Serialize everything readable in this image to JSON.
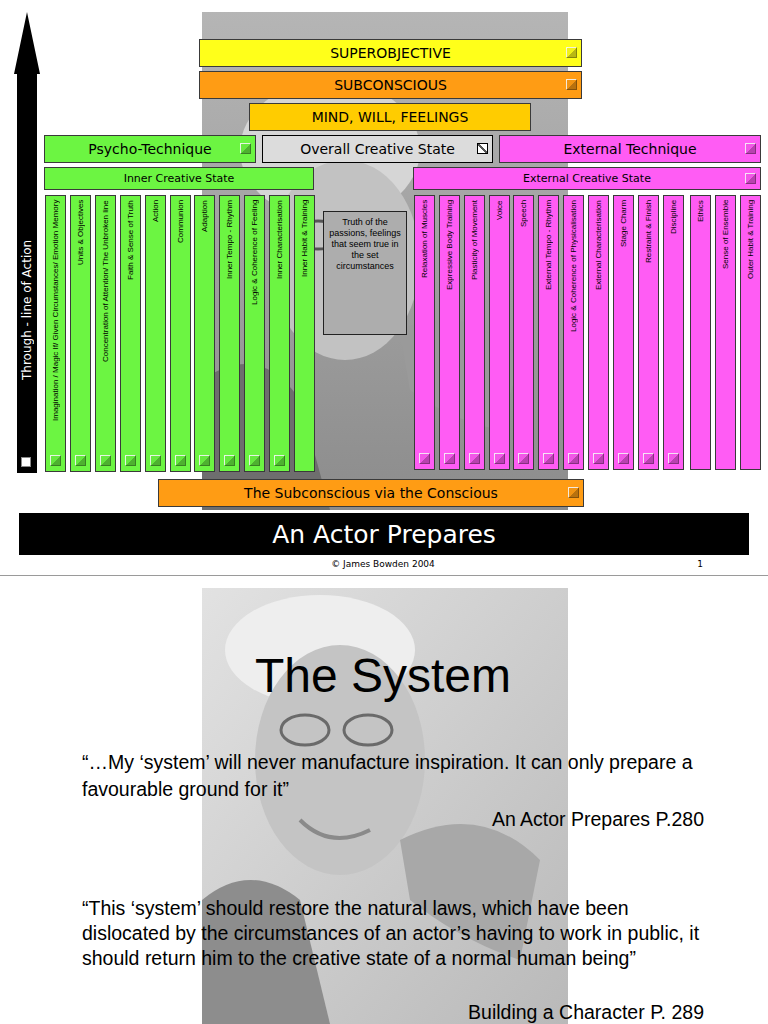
{
  "diagram": {
    "title": "The System",
    "nodes": [
      {
        "text": [
          "Through - line of Action"
        ]
      },
      {
        "text": [
          "SUPEROBJECTIVE"
        ]
      },
      {
        "text": [
          "SUBCONSCIOUS"
        ]
      },
      {
        "text": [
          "MIND, WILL, FEELINGS"
        ]
      },
      {
        "text": [
          "Psycho-Technique"
        ]
      },
      {
        "text": [
          "Overall Creative State"
        ]
      },
      {
        "text": [
          "External Technique"
        ]
      },
      {
        "text": [
          "Inner Creative State"
        ]
      },
      {
        "text": [
          "External Creative State"
        ]
      },
      {
        "text": [
          "Imagination / Magic If/ Given Circumstances/ Emotion Memory"
        ]
      },
      {
        "text": [
          "Units & Objectives"
        ]
      },
      {
        "text": [
          "Concentration of Attention/ The Unbroken line"
        ]
      },
      {
        "text": [
          "Faith & Sense of Truth"
        ]
      },
      {
        "text": [
          "Action"
        ]
      },
      {
        "text": [
          "Communion"
        ]
      },
      {
        "text": [
          "Adaption"
        ]
      },
      {
        "text": [
          "Inner Tempo - Rhythm"
        ]
      },
      {
        "text": [
          "Logic & Coherence of Feeling"
        ]
      },
      {
        "text": [
          "Inner Characterisation"
        ]
      },
      {
        "text": [
          "Inner Habit & Training"
        ]
      },
      {
        "text": [
          "Truth of the passions, feelings that seem true in the set circumstances"
        ]
      },
      {
        "text": [
          "Relaxation of Muscles"
        ]
      },
      {
        "text": [
          "Expressive Body Training"
        ]
      },
      {
        "text": [
          "Plasticity of Movement"
        ]
      },
      {
        "text": [
          "Voice"
        ]
      },
      {
        "text": [
          "Speech"
        ]
      },
      {
        "text": [
          "External Tempo - Rhythm"
        ]
      },
      {
        "text": [
          "Logic & Coherence of Physicalisation"
        ]
      },
      {
        "text": [
          "External Characterisation"
        ]
      },
      {
        "text": [
          "Stage Charm"
        ]
      },
      {
        "text": [
          "Restraint & Finish"
        ]
      },
      {
        "text": [
          "Discipline"
        ]
      },
      {
        "text": [
          "Ethics"
        ]
      },
      {
        "text": [
          "Sense of Ensemble"
        ]
      },
      {
        "text": [
          "Outer Habit & Training"
        ]
      },
      {
        "text": [
          "The Subconscious via the Conscious"
        ]
      },
      {
        "text": [
          "An Actor Prepares"
        ]
      }
    ],
    "labels": [
      "© James Bowden 2004",
      "1",
      "“…My ‘system’ will never manufacture inspiration. It can only prepare a favourable ground for it”",
      "An Actor Prepares P.280",
      "“This ‘system’ should restore the natural laws, which have been dislocated by the circumstances of an actor’s having to work in public, it should return him to the creative state of a normal human being”",
      "Building a Character P. 289"
    ]
  }
}
